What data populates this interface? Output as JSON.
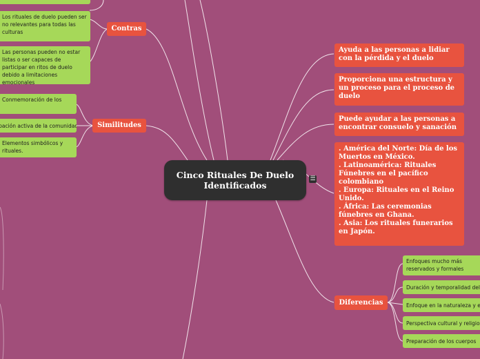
{
  "central": {
    "title": "Cinco Rituales De Duelo Identificados"
  },
  "contras": {
    "label": "Contras",
    "items": [
      "Los rituales de duelo pueden ser no relevantes para todas las culturas",
      "Las personas pueden no estar listas o ser capaces de participar en ritos de duelo debido a limitaciones emocionales"
    ]
  },
  "similitudes": {
    "label": "Similitudes",
    "items": [
      "Conmemoración de los",
      "Participación activa de la comunidad.",
      "Elementos simbólicos y rituales."
    ]
  },
  "pros": [
    "Ayuda a las personas a lidiar con la pérdida y el duelo",
    "Proporciona una estructura y un proceso para el proceso de duelo",
    "Puede ayudar a las personas a encontrar consuelo y sanación"
  ],
  "ejemplos": [
    ". América del Norte: Día de los Muertos en México.",
    ". Latinoamérica: Rituales Fúnebres en el pacífico colombiano",
    ". Europa: Rituales en el Reino Unido.",
    ". África: Las ceremonias fúnebres en Ghana.",
    ". Asia: Los rituales funerarios en Japón."
  ],
  "diferencias": {
    "label": "Diferencias",
    "items": [
      "Enfoques mucho más reservados y formales",
      "Duración y temporalidad del duelo",
      "Enfoque en la naturaleza y el más allá",
      "Perspectiva cultural y religiosa",
      "Preparación de los cuerpos"
    ]
  },
  "colors": {
    "background": "#a14e7a",
    "central": "#2f2f2f",
    "topic": "#e8533f",
    "subtopic": "#a6d859",
    "link": "#ffffff"
  },
  "icons": {
    "central_menu": "menu-icon"
  }
}
